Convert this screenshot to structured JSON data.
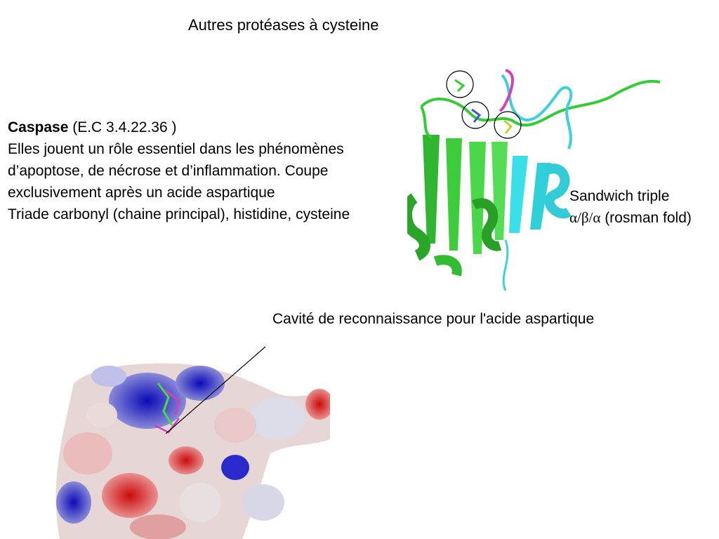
{
  "slide": {
    "title": "Autres protéases à cysteine"
  },
  "caspase": {
    "name": "Caspase",
    "ec_number": " (E.C 3.4.22.36 )",
    "line1": "Elles jouent un rôle essentiel dans les phénomènes d’apoptose, de nécrose et d’inflammation. Coupe exclusivement après un acide aspartique",
    "line2": "Triade carbonyl (chaine principal), histidine, cysteine"
  },
  "fold_label": {
    "line1": "Sandwich triple",
    "greek": "α/β/α",
    "line2": " (rosman fold)"
  },
  "cavity_label": "Cavité de reconnaissance pour l'acide aspartique",
  "colors": {
    "chain_a": "#33cc33",
    "chain_b": "#33d6dd",
    "substrate": "#cc44bb",
    "surface_positive": "#1a1acc",
    "surface_negative": "#dd1a1a"
  }
}
